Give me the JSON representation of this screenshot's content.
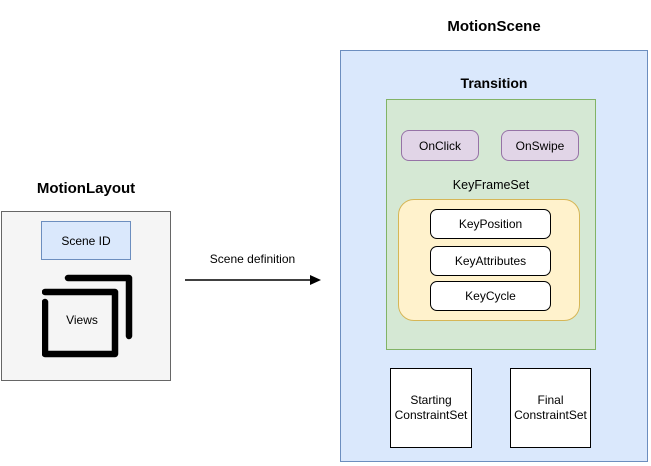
{
  "diagram": {
    "motion_layout": {
      "title": "MotionLayout",
      "scene_id_label": "Scene ID",
      "views_label": "Views"
    },
    "arrow": {
      "label": "Scene definition"
    },
    "motion_scene": {
      "title": "MotionScene",
      "transition": {
        "title": "Transition",
        "handlers": [
          {
            "label": "OnClick"
          },
          {
            "label": "OnSwipe"
          }
        ],
        "keyframeset": {
          "title": "KeyFrameSet",
          "keys": [
            {
              "label": "KeyPosition"
            },
            {
              "label": "KeyAttributes"
            },
            {
              "label": "KeyCycle"
            }
          ]
        }
      },
      "constraint_sets": [
        {
          "label": "Starting\nConstraintSet"
        },
        {
          "label": "Final\nConstraintSet"
        }
      ]
    },
    "colors": {
      "blue_fill": "#dae8fc",
      "blue_stroke": "#6c8ebf",
      "green_fill": "#d5e8d4",
      "green_stroke": "#82b366",
      "purple_fill": "#e1d5e7",
      "purple_stroke": "#9673a6",
      "yellow_fill": "#fff2cc",
      "yellow_stroke": "#d6b656",
      "gray_fill": "#f5f5f5",
      "gray_stroke": "#666666"
    }
  }
}
